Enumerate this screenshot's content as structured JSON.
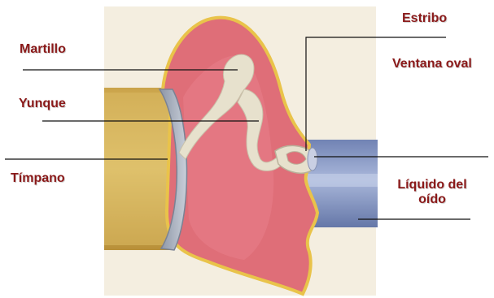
{
  "labels": {
    "martillo": "Martillo",
    "yunque": "Yunque",
    "timpano": "Tímpano",
    "estribo": "Estribo",
    "ventana_oval": "Ventana oval",
    "liquido_line1": "Líquido del",
    "liquido_line2": "oído"
  },
  "colors": {
    "label_text": "#8b1a1a",
    "background": "#f5efe2",
    "chamber": "#e0707a",
    "chamber_outline": "#e8c24a",
    "bone": "#e6e0cc",
    "canal": "#d9b860",
    "fluid": "#8fa0c8"
  }
}
